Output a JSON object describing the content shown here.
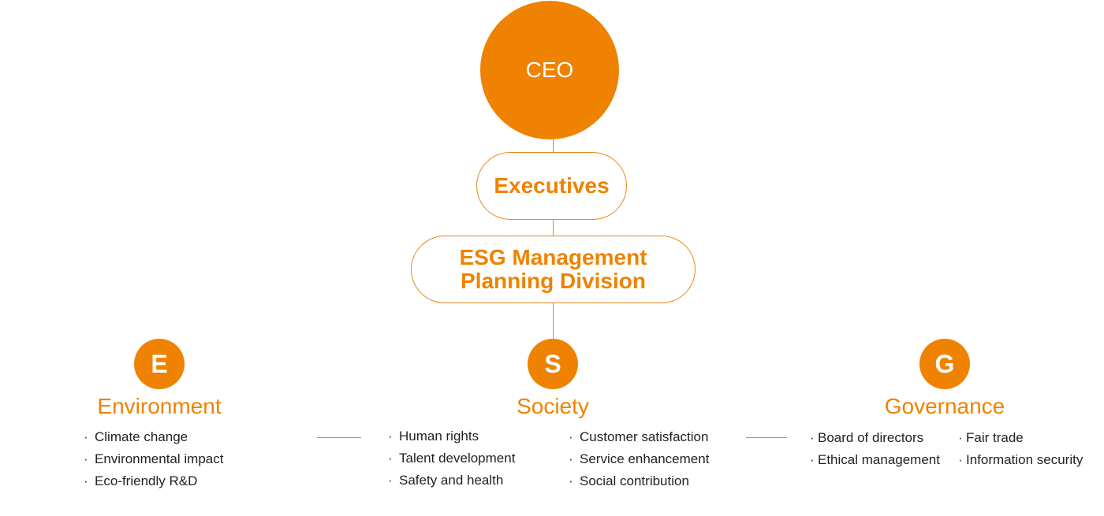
{
  "ceo": {
    "label": "CEO"
  },
  "executives": {
    "label": "Executives"
  },
  "esg_division": {
    "label_line1": "ESG Management",
    "label_line2": "Planning Division"
  },
  "categories": [
    {
      "letter": "E",
      "title": "Environment",
      "items_col1": [
        "Climate change",
        "Environmental impact",
        "Eco-friendly R&D"
      ],
      "items_col2": []
    },
    {
      "letter": "S",
      "title": "Society",
      "items_col1": [
        "Human rights",
        "Talent development",
        "Safety and health"
      ],
      "items_col2": [
        "Customer satisfaction",
        "Service enhancement",
        "Social contribution"
      ]
    },
    {
      "letter": "G",
      "title": "Governance",
      "items_col1": [
        "Board of directors",
        "Ethical management"
      ],
      "items_col2": [
        "Fair trade",
        "Information security"
      ]
    }
  ],
  "bullet": "·",
  "colors": {
    "accent": "#ef8200",
    "line": "#e8891a",
    "text": "#222222"
  }
}
